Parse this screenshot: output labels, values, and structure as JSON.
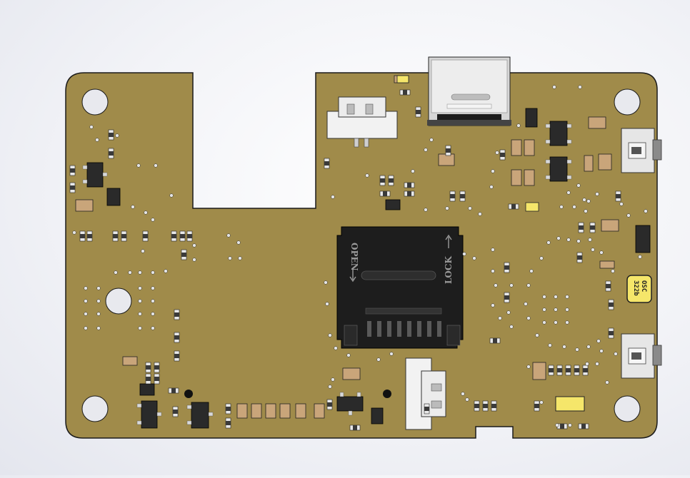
{
  "title": "",
  "colors": {
    "background": "#eef0f5",
    "board": "#a08b4a",
    "board_edge": "#1a1a1a",
    "component_black": "#2a2a2a",
    "component_tan": "#c9a57a",
    "pad_silver": "#d9d9d9",
    "sd_socket": "#1d1d1d",
    "usb_shell": "#cfcfcf",
    "crystal_yellow": "#f5e66a"
  },
  "labels": {
    "sd_open": "OPEN",
    "sd_lock": "LOCK",
    "osc_part": "322b",
    "osc_label": "OSC"
  }
}
